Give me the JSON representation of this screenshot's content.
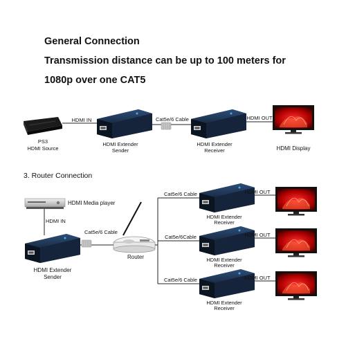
{
  "header": {
    "title": "General Connection",
    "line1": "Transmission distance can be up to 100 meters for",
    "line2": "1080p over one CAT5"
  },
  "general": {
    "source_model": "PS3",
    "source_label": "HDMI Source",
    "hdmi_in": "HDMI IN",
    "sender_line1": "HDMI Extender",
    "sender_line2": "Sender",
    "cable": "Cat5e/6 Cable",
    "receiver_line1": "HDMI Extender",
    "receiver_line2": "Receiver",
    "hdmi_out": "HDMI OUT",
    "display_label": "HDMI  Display"
  },
  "router_section": {
    "title": "3. Router Connection",
    "media_player": "HDMI Media player",
    "hdmi_in": "HDMI IN",
    "sender_line1": "HDMI Extender",
    "sender_line2": "Sender",
    "cable": "Cat5e/6 Cable",
    "router": "Router",
    "branches": [
      {
        "cable": "Cat5e/6 Cable",
        "receiver_line1": "HDMI Extender",
        "receiver_line2": "Receiver",
        "hdmi_out": "HDMI OUT"
      },
      {
        "cable": "Cat5e/6Cable",
        "receiver_line1": "HDMI Extender",
        "receiver_line2": "Receiver",
        "hdmi_out": "HDMI OUT"
      },
      {
        "cable": "Cat5e/6 Cable",
        "receiver_line1": "HDMI Extender",
        "receiver_line2": "Receiver",
        "hdmi_out": "HDMI OUT"
      }
    ]
  }
}
